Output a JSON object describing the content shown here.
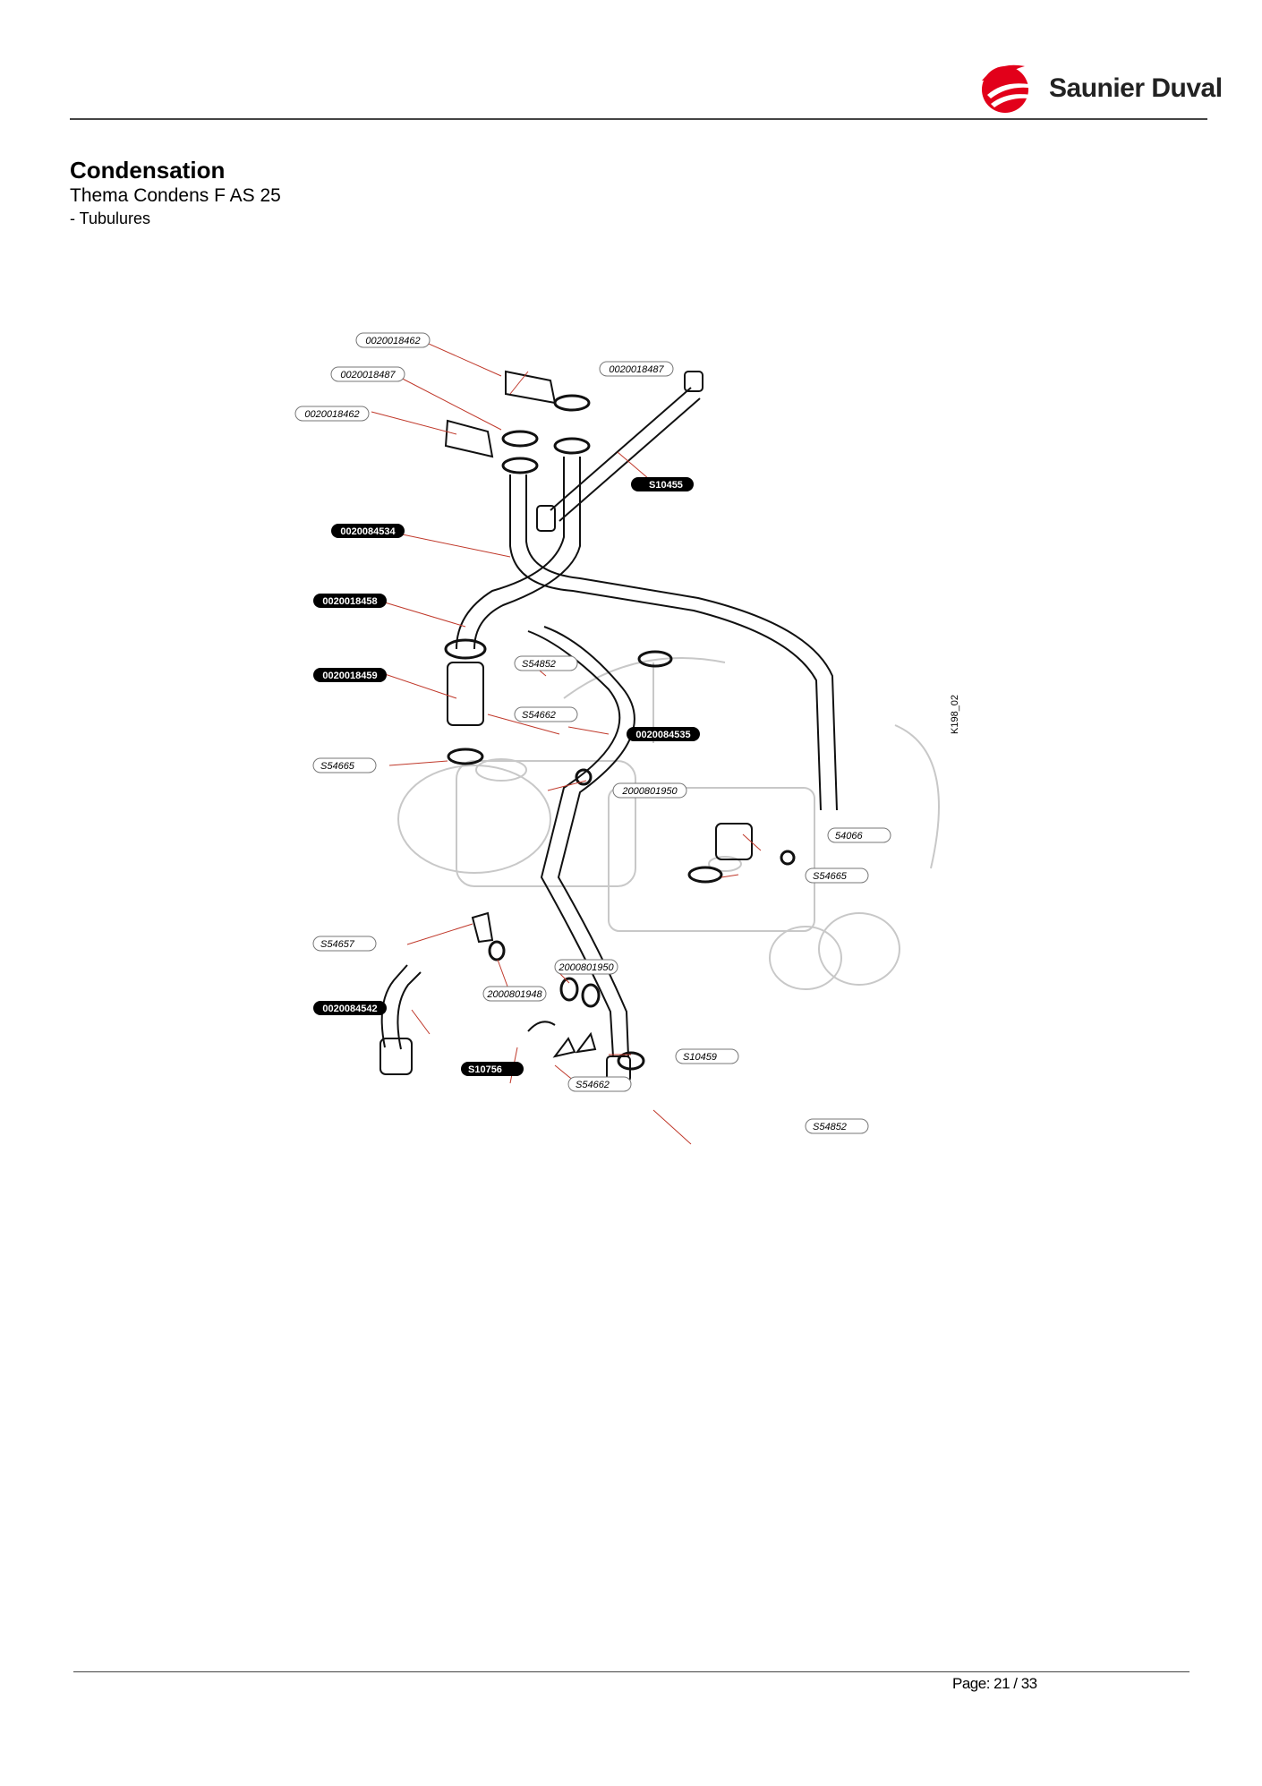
{
  "brand": {
    "name": "Saunier Duval"
  },
  "header": {
    "title": "Condensation",
    "subtitle": "Thema Condens F AS 25",
    "section": "- Tubulures"
  },
  "diagram": {
    "drawing_ref": "K198_02",
    "labels": [
      {
        "id": "l1",
        "text": "0020018462",
        "style": "outline"
      },
      {
        "id": "l2",
        "text": "0020018487",
        "style": "outline"
      },
      {
        "id": "l3",
        "text": "0020018487",
        "style": "outline"
      },
      {
        "id": "l4",
        "text": "0020018462",
        "style": "outline"
      },
      {
        "id": "l5",
        "text": "S10455",
        "style": "filled"
      },
      {
        "id": "l6",
        "text": "0020084534",
        "style": "filled"
      },
      {
        "id": "l7",
        "text": "0020018458",
        "style": "filled"
      },
      {
        "id": "l8",
        "text": "S54852",
        "style": "outline"
      },
      {
        "id": "l9",
        "text": "0020018459",
        "style": "filled"
      },
      {
        "id": "l10",
        "text": "S54662",
        "style": "outline"
      },
      {
        "id": "l11",
        "text": "0020084535",
        "style": "filled"
      },
      {
        "id": "l12",
        "text": "S54665",
        "style": "outline"
      },
      {
        "id": "l13",
        "text": "2000801950",
        "style": "outline"
      },
      {
        "id": "l14",
        "text": "54066",
        "style": "outline"
      },
      {
        "id": "l15",
        "text": "S54665",
        "style": "outline"
      },
      {
        "id": "l16",
        "text": "S54657",
        "style": "outline"
      },
      {
        "id": "l17",
        "text": "2000801950",
        "style": "outline"
      },
      {
        "id": "l18",
        "text": "2000801948",
        "style": "outline"
      },
      {
        "id": "l19",
        "text": "0020084542",
        "style": "filled"
      },
      {
        "id": "l20",
        "text": "S10459",
        "style": "outline"
      },
      {
        "id": "l21",
        "text": "S10756",
        "style": "filled"
      },
      {
        "id": "l22",
        "text": "S54662",
        "style": "outline"
      },
      {
        "id": "l23",
        "text": "S54852",
        "style": "outline"
      }
    ]
  },
  "footer": {
    "page": "Page: 21 / 33"
  },
  "colors": {
    "brand_red": "#e2001a",
    "rule": "#444444",
    "label_fill": "#000000"
  }
}
